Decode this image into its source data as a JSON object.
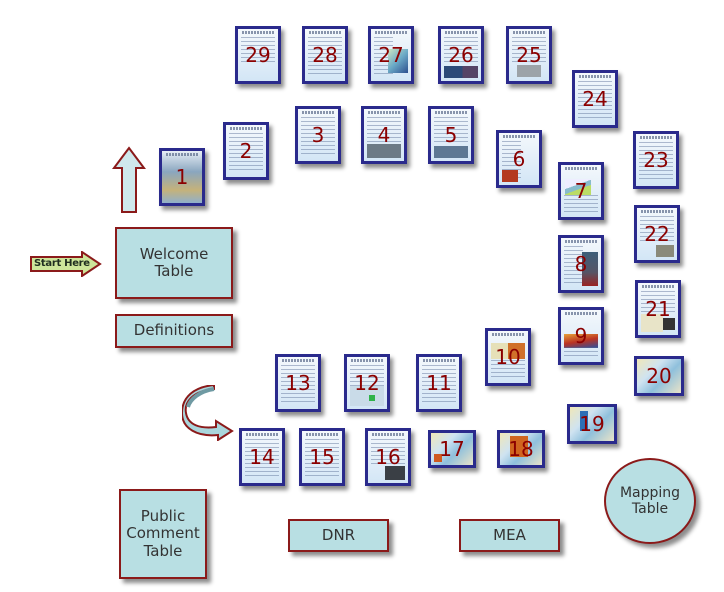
{
  "start_label": "Start Here",
  "tables": {
    "welcome": "Welcome\nTable",
    "definitions": "Definitions",
    "public_comment": "Public\nComment\nTable",
    "dnr": "DNR",
    "mea": "MEA",
    "mapping": "Mapping\nTable"
  },
  "posters": [
    {
      "n": "1"
    },
    {
      "n": "2"
    },
    {
      "n": "3"
    },
    {
      "n": "4"
    },
    {
      "n": "5"
    },
    {
      "n": "6"
    },
    {
      "n": "7"
    },
    {
      "n": "8"
    },
    {
      "n": "9"
    },
    {
      "n": "10"
    },
    {
      "n": "11"
    },
    {
      "n": "12"
    },
    {
      "n": "13"
    },
    {
      "n": "14"
    },
    {
      "n": "15"
    },
    {
      "n": "16"
    },
    {
      "n": "17"
    },
    {
      "n": "18"
    },
    {
      "n": "19"
    },
    {
      "n": "20"
    },
    {
      "n": "21"
    },
    {
      "n": "22"
    },
    {
      "n": "23"
    },
    {
      "n": "24"
    },
    {
      "n": "25"
    },
    {
      "n": "26"
    },
    {
      "n": "27"
    },
    {
      "n": "28"
    },
    {
      "n": "29"
    }
  ],
  "colors": {
    "table_fill": "#b8dfe3",
    "table_border": "#8b1a1a",
    "poster_border": "#2a2a8c",
    "poster_number": "#8b0000",
    "start_arrow_fill": "#cde59a"
  }
}
